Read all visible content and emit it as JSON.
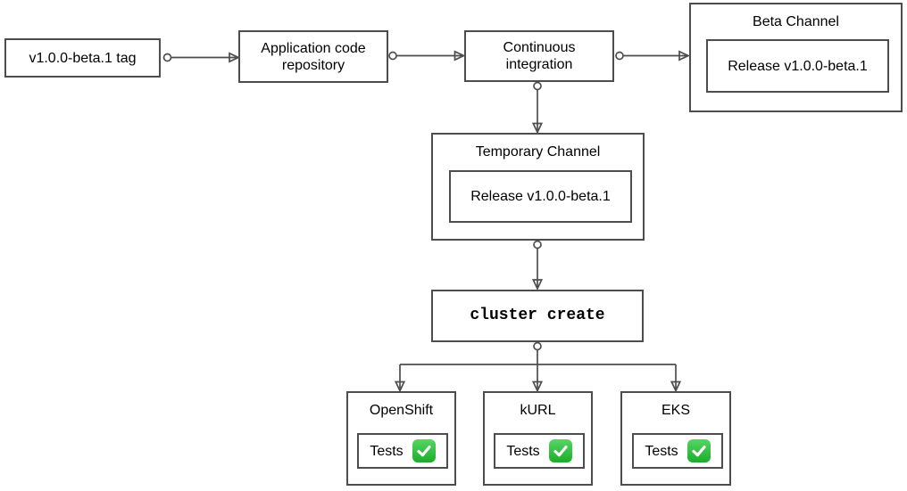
{
  "nodes": {
    "tag": {
      "label": "v1.0.0-beta.1 tag"
    },
    "repo": {
      "label": "Application code repository"
    },
    "ci": {
      "label": "Continuous integration"
    },
    "beta_channel": {
      "title": "Beta Channel",
      "release_label": "Release v1.0.0-beta.1"
    },
    "temporary_channel": {
      "title": "Temporary Channel",
      "release_label": "Release v1.0.0-beta.1"
    },
    "cluster_create": {
      "label": "cluster create"
    },
    "clusters": [
      {
        "title": "OpenShift",
        "tests_label": "Tests",
        "icon": "check-mark-button-icon"
      },
      {
        "title": "kURL",
        "tests_label": "Tests",
        "icon": "check-mark-button-icon"
      },
      {
        "title": "EKS",
        "tests_label": "Tests",
        "icon": "check-mark-button-icon"
      }
    ]
  },
  "edges": [
    {
      "from": "v1.0.0-beta.1 tag",
      "to": "Application code repository"
    },
    {
      "from": "Application code repository",
      "to": "Continuous integration"
    },
    {
      "from": "Continuous integration",
      "to": "Beta Channel"
    },
    {
      "from": "Continuous integration",
      "to": "Temporary Channel"
    },
    {
      "from": "Temporary Channel",
      "to": "cluster create"
    },
    {
      "from": "cluster create",
      "to": "OpenShift"
    },
    {
      "from": "cluster create",
      "to": "kURL"
    },
    {
      "from": "cluster create",
      "to": "EKS"
    }
  ],
  "colors": {
    "stroke": "#4d4d4d",
    "text": "#000000",
    "background": "#ffffff",
    "check_green_top": "#55d664",
    "check_green_bottom": "#1bad2a",
    "check_mark": "#ffffff"
  }
}
